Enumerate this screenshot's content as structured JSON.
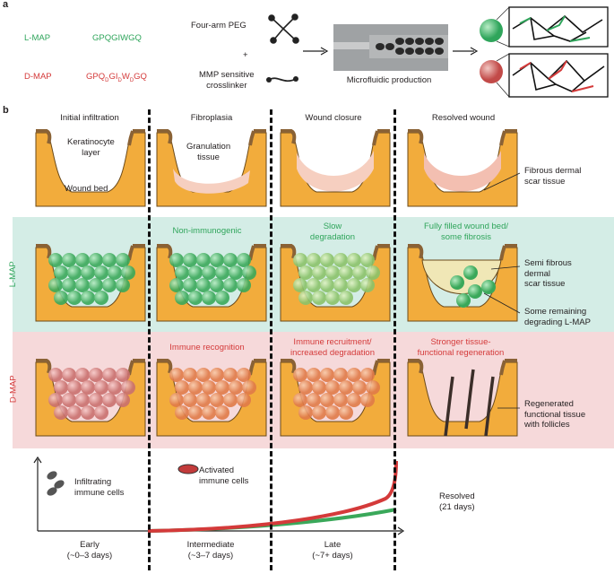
{
  "panel_a": {
    "label": "a",
    "lmap_name": "L-MAP",
    "lmap_seq": "GPQGIWGQ",
    "dmap_name": "D-MAP",
    "dmap_seq_parts": [
      "GPQ",
      "D",
      "GI",
      "D",
      "W",
      "D",
      "GQ"
    ],
    "peg_label": "Four-arm PEG",
    "plus": "+",
    "crosslinker_label": "MMP sensitive\ncrosslinker",
    "microfluidic_label": "Microfluidic production",
    "lmap_color": "#2fa55b",
    "dmap_color": "#d43a3a"
  },
  "panel_b": {
    "label": "b",
    "stages": [
      "Initial infiltration",
      "Fibroplasia",
      "Wound closure",
      "Resolved wound"
    ],
    "row1_annotations": {
      "keratinocyte": "Keratinocyte\nlayer",
      "wound_bed": "Wound bed",
      "granulation": "Granulation\ntissue",
      "fibrous_scar": "Fibrous dermal\nscar tissue"
    },
    "lmap_row": {
      "row_label": "L-MAP",
      "captions": [
        "Non-immunogenic",
        "Slow\ndegradation",
        "Fully filled wound bed/\nsome fibrosis"
      ],
      "semi_fibrous": "Semi fibrous\ndermal\nscar tissue",
      "remaining": "Some remaining\ndegrading L-MAP"
    },
    "dmap_row": {
      "row_label": "D-MAP",
      "captions": [
        "Immune recognition",
        "Immune recruitment/\nincreased degradation",
        "Stronger tissue-\nfunctional regeneration"
      ],
      "regenerated": "Regenerated\nfunctional tissue\nwith follicles"
    },
    "timeline": {
      "infiltrating": "Infiltrating\nimmune cells",
      "activated": "Activated\nimmune cells",
      "resolved": "Resolved\n(21 days)",
      "phases": [
        "Early\n(~0–3 days)",
        "Intermediate\n(~3–7 days)",
        "Late\n(~7+ days)"
      ]
    }
  }
}
